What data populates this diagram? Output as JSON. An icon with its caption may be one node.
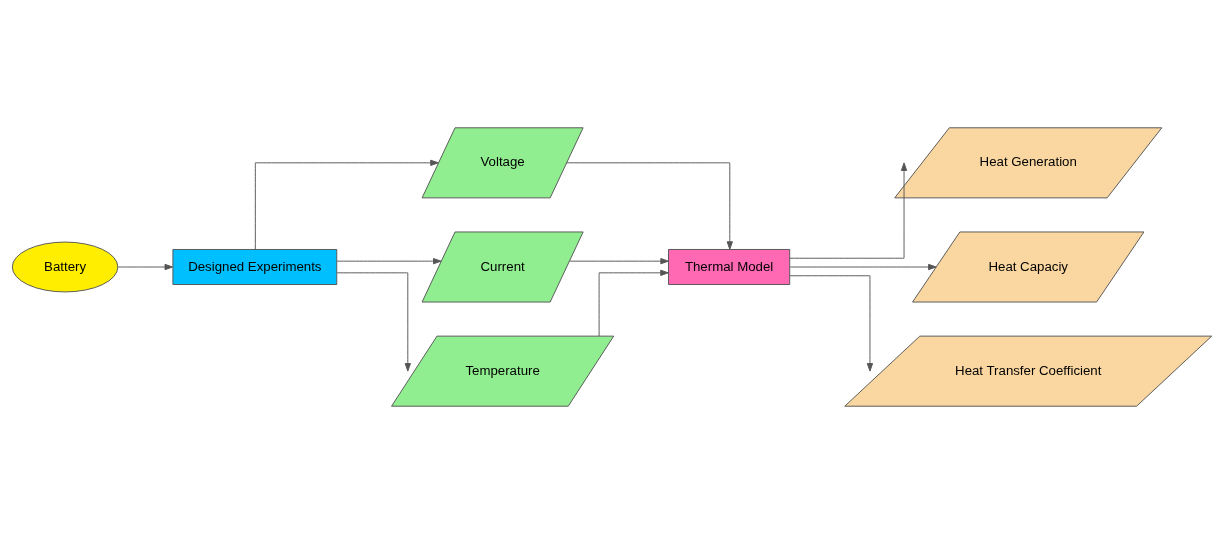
{
  "diagram": {
    "nodes": [
      {
        "text": [
          "Battery"
        ]
      },
      {
        "text": [
          "Designed Experiments"
        ]
      },
      {
        "text": [
          "Voltage"
        ]
      },
      {
        "text": [
          "Current"
        ]
      },
      {
        "text": [
          "Temperature"
        ]
      },
      {
        "text": [
          "Thermal Model"
        ]
      },
      {
        "text": [
          "Heat Generation"
        ]
      },
      {
        "text": [
          "Heat Capaciy"
        ]
      },
      {
        "text": [
          "Heat Transfer Coefficient"
        ]
      }
    ],
    "edges": [
      {
        "from": 0,
        "to": 1,
        "arrow": "to"
      },
      {
        "from": 1,
        "to": 2,
        "arrow": "to"
      },
      {
        "from": 1,
        "to": 3,
        "arrow": "to"
      },
      {
        "from": 1,
        "to": 4,
        "arrow": "to"
      },
      {
        "from": 2,
        "to": 5,
        "arrow": "to"
      },
      {
        "from": 3,
        "to": 5,
        "arrow": "to"
      },
      {
        "from": 4,
        "to": 5,
        "arrow": "to"
      },
      {
        "from": 5,
        "to": 6,
        "arrow": "to"
      },
      {
        "from": 5,
        "to": 7,
        "arrow": "to"
      },
      {
        "from": 5,
        "to": 8,
        "arrow": "to"
      }
    ]
  }
}
